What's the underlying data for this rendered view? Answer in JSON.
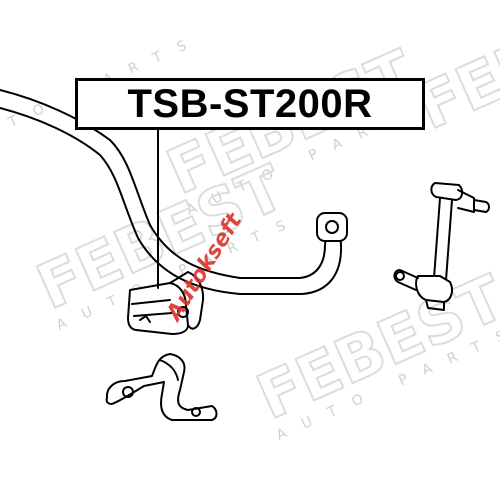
{
  "diagram": {
    "part_number": "TSB-ST200R",
    "watermark": {
      "brand": "FEBEST",
      "sub": "AUTO PARTS",
      "color": "#e3e3e3"
    },
    "overlay_logo": {
      "text": "Autokseft",
      "color": "#d9332b"
    },
    "colors": {
      "line": "#000000",
      "background": "#ffffff"
    }
  }
}
